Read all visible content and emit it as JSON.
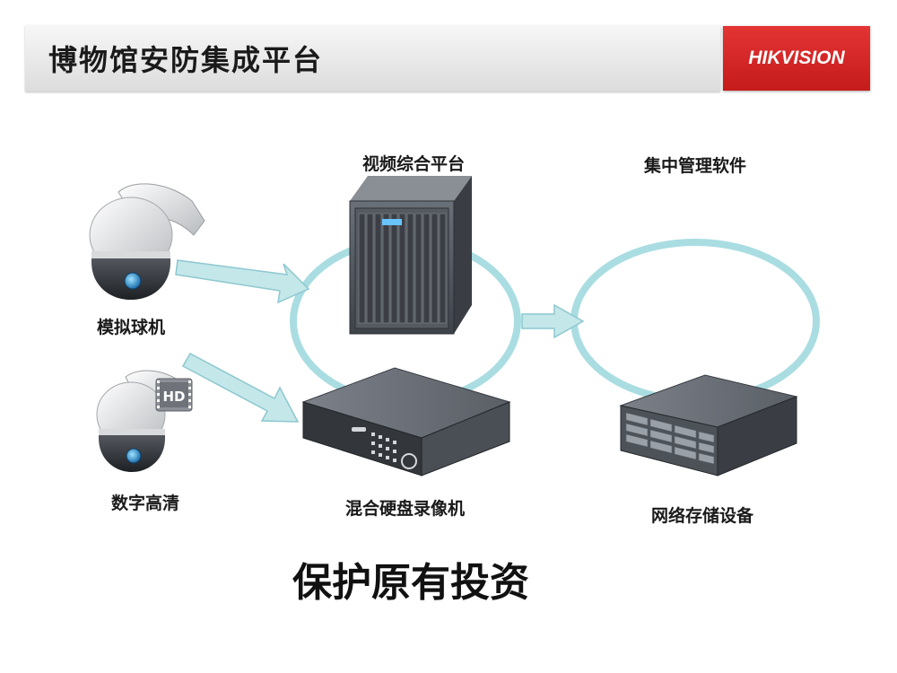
{
  "header": {
    "title": "博物馆安防集成平台",
    "logo_text": "HIKVISION"
  },
  "nodes": {
    "analog_camera": "模拟球机",
    "hd_camera": "数字高清",
    "hd_badge": "HD",
    "video_platform": "视频综合平台",
    "hybrid_dvr": "混合硬盘录像机",
    "management_software": "集中管理软件",
    "network_storage": "网络存储设备"
  },
  "slogan": "保护原有投资",
  "colors": {
    "brand_red": "#d92626",
    "ring": "#a9dde2",
    "arrow_fill": "#c4e7ea",
    "device_dark": "#4a4f55"
  }
}
